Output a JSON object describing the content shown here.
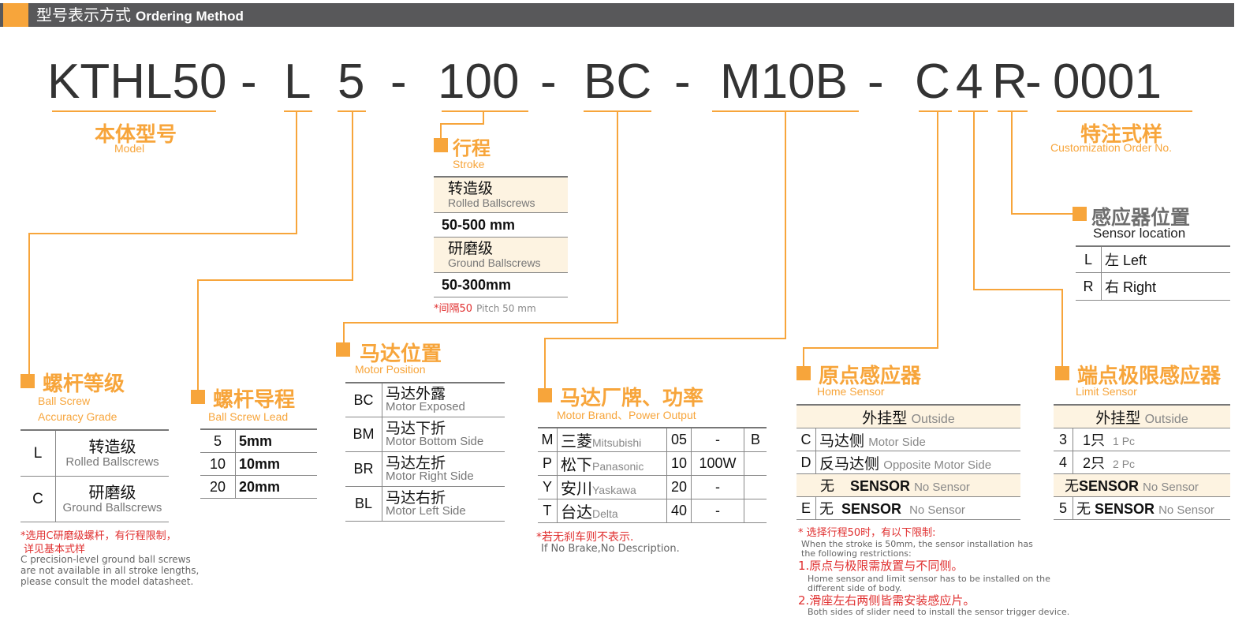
{
  "header": {
    "title_cn": "型号表示方式",
    "title_en": "Ordering Method"
  },
  "code": {
    "p1": "KTHL50",
    "d1": "-",
    "p2": "L",
    "p3": "5",
    "d2": "-",
    "p4": "100",
    "d3": "-",
    "p5": "BC",
    "d4": "-",
    "p6": "M10B",
    "d5": "-",
    "p7": "C",
    "p8": "4",
    "p9": "R",
    "d6": "-",
    "p10": "0001"
  },
  "model": {
    "cn": "本体型号",
    "en": "Model"
  },
  "custom": {
    "cn": "特注式样",
    "en": "Customization Order No."
  },
  "stroke": {
    "cn": "行程",
    "en": "Stroke",
    "rows": [
      {
        "cn": "转造级",
        "en": "Rolled Ballscrews",
        "range": "50-500 mm"
      },
      {
        "cn": "研磨级",
        "en": "Ground Ballscrews",
        "range": "50-300mm"
      }
    ],
    "note_red": "*间隔50",
    "note_gray": "Pitch 50 mm"
  },
  "sensor_loc": {
    "cn": "感应器位置",
    "en": "Sensor location",
    "rows": [
      {
        "code": "L",
        "cn": "左",
        "en": "Left"
      },
      {
        "code": "R",
        "cn": "右",
        "en": "Right"
      }
    ]
  },
  "grade": {
    "cn": "螺杆等级",
    "en1": "Ball Screw",
    "en2": "Accuracy Grade",
    "rows": [
      {
        "code": "L",
        "cn": "转造级",
        "en": "Rolled Ballscrews"
      },
      {
        "code": "C",
        "cn": "研磨级",
        "en": "Ground Ballscrews"
      }
    ],
    "note_red1": "*选用C研磨级螺杆，有行程限制，",
    "note_red2": "详见基本式样",
    "note_g1": "C precision-level ground ball screws",
    "note_g2": "are not available in all stroke lengths,",
    "note_g3": "please consult the model datasheet."
  },
  "lead": {
    "cn": "螺杆导程",
    "en": "Ball Screw Lead",
    "rows": [
      {
        "code": "5",
        "val": "5mm"
      },
      {
        "code": "10",
        "val": "10mm"
      },
      {
        "code": "20",
        "val": "20mm"
      }
    ]
  },
  "motor_pos": {
    "cn": "马达位置",
    "en": "Motor Position",
    "rows": [
      {
        "code": "BC",
        "cn": "马达外露",
        "en": "Motor Exposed"
      },
      {
        "code": "BM",
        "cn": "马达下折",
        "en": "Motor Bottom Side"
      },
      {
        "code": "BR",
        "cn": "马达左折",
        "en": "Motor Right Side"
      },
      {
        "code": "BL",
        "cn": "马达右折",
        "en": "Motor Left Side"
      }
    ]
  },
  "brand": {
    "cn": "马达厂牌、功率",
    "en": "Motor Brand、Power Output",
    "rows": [
      {
        "code": "M",
        "cn": "三菱",
        "en": "Mitsubishi",
        "pc": "05",
        "pw": "-",
        "b": "B"
      },
      {
        "code": "P",
        "cn": "松下",
        "en": "Panasonic",
        "pc": "10",
        "pw": "100W",
        "b": ""
      },
      {
        "code": "Y",
        "cn": "安川",
        "en": "Yaskawa",
        "pc": "20",
        "pw": "-",
        "b": ""
      },
      {
        "code": "T",
        "cn": "台达",
        "en": "Delta",
        "pc": "40",
        "pw": "-",
        "b": ""
      }
    ],
    "note_red": "*若无刹车则不表示.",
    "note_gray": "If No Brake,No Description."
  },
  "home": {
    "cn": "原点感应器",
    "en": "Home Sensor",
    "head_cn": "外挂型",
    "head_en": "Outside",
    "rows": [
      {
        "code": "C",
        "cn": "马达侧",
        "en": "Motor Side"
      },
      {
        "code": "D",
        "cn": "反马达侧",
        "en": "Opposite Motor Side"
      },
      {
        "code": "",
        "cn": "无",
        "s": "SENSOR",
        "en": "No Sensor"
      },
      {
        "code": "E",
        "cn": "无",
        "s": "SENSOR",
        "en": "No Sensor"
      }
    ],
    "note1": "* 选择行程50时，有以下限制:",
    "note2": "When the stroke is 50mm, the sensor installation has",
    "note3": "the following restrictions:",
    "r1": "1.原点与极限需放置与不同侧。",
    "g1a": "Home sensor and limit sensor has to be installed on the",
    "g1b": "different side of body.",
    "r2": "2.滑座左右两侧皆需安装感应片。",
    "g2": "Both sides of slider need to install the sensor trigger device."
  },
  "limit": {
    "cn": "端点极限感应器",
    "en": "Limit Sensor",
    "head_cn": "外挂型",
    "head_en": "Outside",
    "rows": [
      {
        "code": "3",
        "cn": "1只",
        "en": "1 Pc"
      },
      {
        "code": "4",
        "cn": "2只",
        "en": "2 Pc"
      },
      {
        "code": "",
        "cn": "无",
        "s": "SENSOR",
        "en": "No Sensor"
      },
      {
        "code": "5",
        "cn": "无",
        "s": "SENSOR",
        "en": "No Sensor"
      }
    ]
  },
  "colors": {
    "accent": "#f7a53b",
    "header_bg": "#58585a",
    "note_red": "#e03030"
  }
}
